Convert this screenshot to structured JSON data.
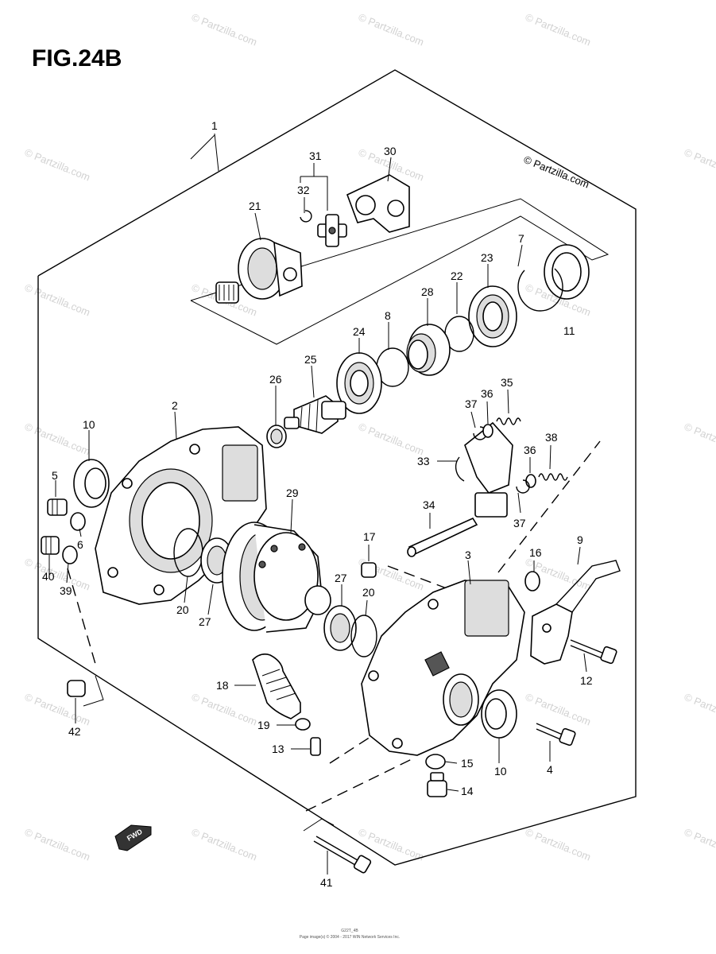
{
  "figure": {
    "title": "FIG.24B",
    "copyright": "© Partzilla.com",
    "watermark": "© Partzilla.com",
    "footer_line1": "G22T_4B",
    "footer_line2": "Page image(s) © 2004 - 2017 WIN Network Services Inc.",
    "fwd_label": "FWD"
  },
  "callouts": [
    {
      "id": "c1",
      "label": "1"
    },
    {
      "id": "c2",
      "label": "2"
    },
    {
      "id": "c3",
      "label": "3"
    },
    {
      "id": "c4",
      "label": "4"
    },
    {
      "id": "c5",
      "label": "5"
    },
    {
      "id": "c6",
      "label": "6"
    },
    {
      "id": "c7",
      "label": "7"
    },
    {
      "id": "c8",
      "label": "8"
    },
    {
      "id": "c9",
      "label": "9"
    },
    {
      "id": "c10a",
      "label": "10"
    },
    {
      "id": "c10b",
      "label": "10"
    },
    {
      "id": "c11",
      "label": "11"
    },
    {
      "id": "c12",
      "label": "12"
    },
    {
      "id": "c13",
      "label": "13"
    },
    {
      "id": "c14",
      "label": "14"
    },
    {
      "id": "c15",
      "label": "15"
    },
    {
      "id": "c16",
      "label": "16"
    },
    {
      "id": "c17",
      "label": "17"
    },
    {
      "id": "c18",
      "label": "18"
    },
    {
      "id": "c19",
      "label": "19"
    },
    {
      "id": "c20a",
      "label": "20"
    },
    {
      "id": "c20b",
      "label": "20"
    },
    {
      "id": "c21",
      "label": "21"
    },
    {
      "id": "c22",
      "label": "22"
    },
    {
      "id": "c23",
      "label": "23"
    },
    {
      "id": "c24",
      "label": "24"
    },
    {
      "id": "c25",
      "label": "25"
    },
    {
      "id": "c26",
      "label": "26"
    },
    {
      "id": "c27a",
      "label": "27"
    },
    {
      "id": "c27b",
      "label": "27"
    },
    {
      "id": "c28",
      "label": "28"
    },
    {
      "id": "c29",
      "label": "29"
    },
    {
      "id": "c30",
      "label": "30"
    },
    {
      "id": "c31",
      "label": "31"
    },
    {
      "id": "c32",
      "label": "32"
    },
    {
      "id": "c33",
      "label": "33"
    },
    {
      "id": "c34",
      "label": "34"
    },
    {
      "id": "c35",
      "label": "35"
    },
    {
      "id": "c36a",
      "label": "36"
    },
    {
      "id": "c36b",
      "label": "36"
    },
    {
      "id": "c37a",
      "label": "37"
    },
    {
      "id": "c37b",
      "label": "37"
    },
    {
      "id": "c38",
      "label": "38"
    },
    {
      "id": "c39",
      "label": "39"
    },
    {
      "id": "c40",
      "label": "40"
    },
    {
      "id": "c41",
      "label": "41"
    },
    {
      "id": "c42",
      "label": "42"
    }
  ]
}
